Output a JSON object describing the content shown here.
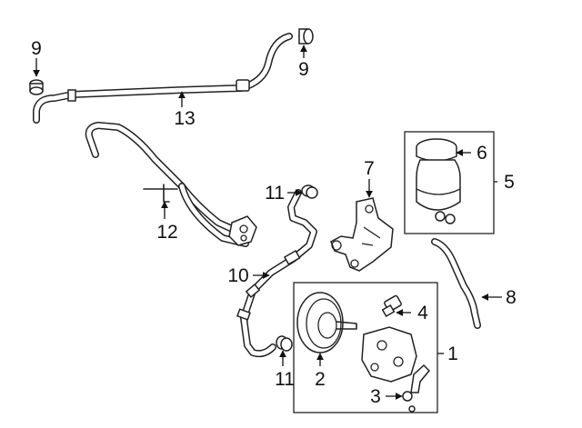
{
  "callouts": {
    "c1": "1",
    "c2": "2",
    "c3": "3",
    "c4": "4",
    "c5": "5",
    "c6": "6",
    "c7": "7",
    "c8": "8",
    "c9a": "9",
    "c9b": "9",
    "c10": "10",
    "c11a": "11",
    "c11b": "11",
    "c12": "12",
    "c13": "13"
  },
  "colors": {
    "line": "#222222",
    "background": "#ffffff"
  }
}
